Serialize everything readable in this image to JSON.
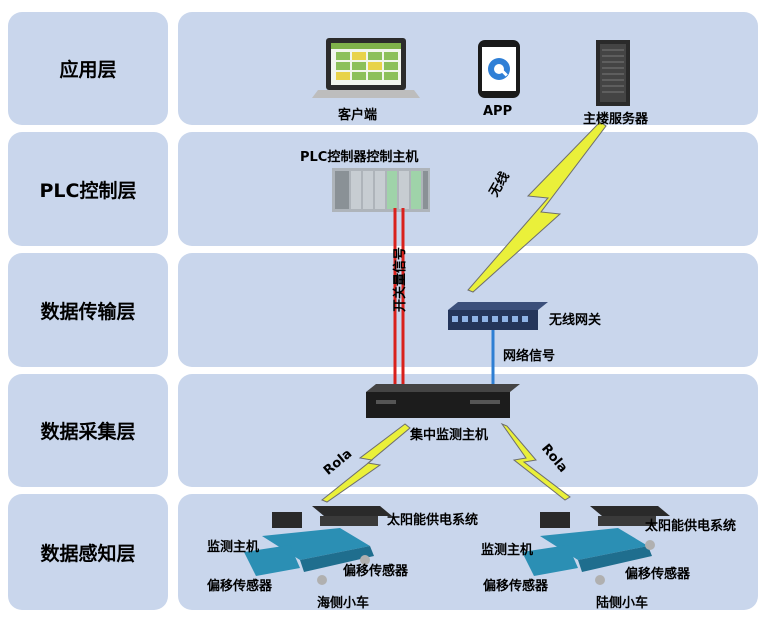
{
  "layers": [
    {
      "id": "app",
      "label": "应用层"
    },
    {
      "id": "plc",
      "label": "PLC控制层"
    },
    {
      "id": "trans",
      "label": "数据传输层"
    },
    {
      "id": "acq",
      "label": "数据采集层"
    },
    {
      "id": "sense",
      "label": "数据感知层"
    }
  ],
  "app": {
    "client": "客户端",
    "app": "APP",
    "server": "主楼服务器"
  },
  "plc": {
    "host": "PLC控制器控制主机"
  },
  "links": {
    "switch_signal": "开关量信号",
    "wireless": "无线",
    "network_signal": "网络信号",
    "rola_left": "Rola",
    "rola_right": "Rola"
  },
  "trans": {
    "gateway": "无线网关"
  },
  "acq": {
    "host": "集中监测主机"
  },
  "sense": {
    "left": {
      "solar": "太阳能供电系统",
      "monitor": "监测主机",
      "offset_a": "偏移传感器",
      "offset_b": "偏移传感器",
      "cart": "海侧小车"
    },
    "right": {
      "solar": "太阳能供电系统",
      "monitor": "监测主机",
      "offset_a": "偏移传感器",
      "offset_b": "偏移传感器",
      "cart": "陆侧小车"
    }
  },
  "colors": {
    "lane": "#c9d6ec",
    "red": "#d9211c",
    "blue": "#2e7fd3",
    "bolt": "#eaf03a"
  }
}
